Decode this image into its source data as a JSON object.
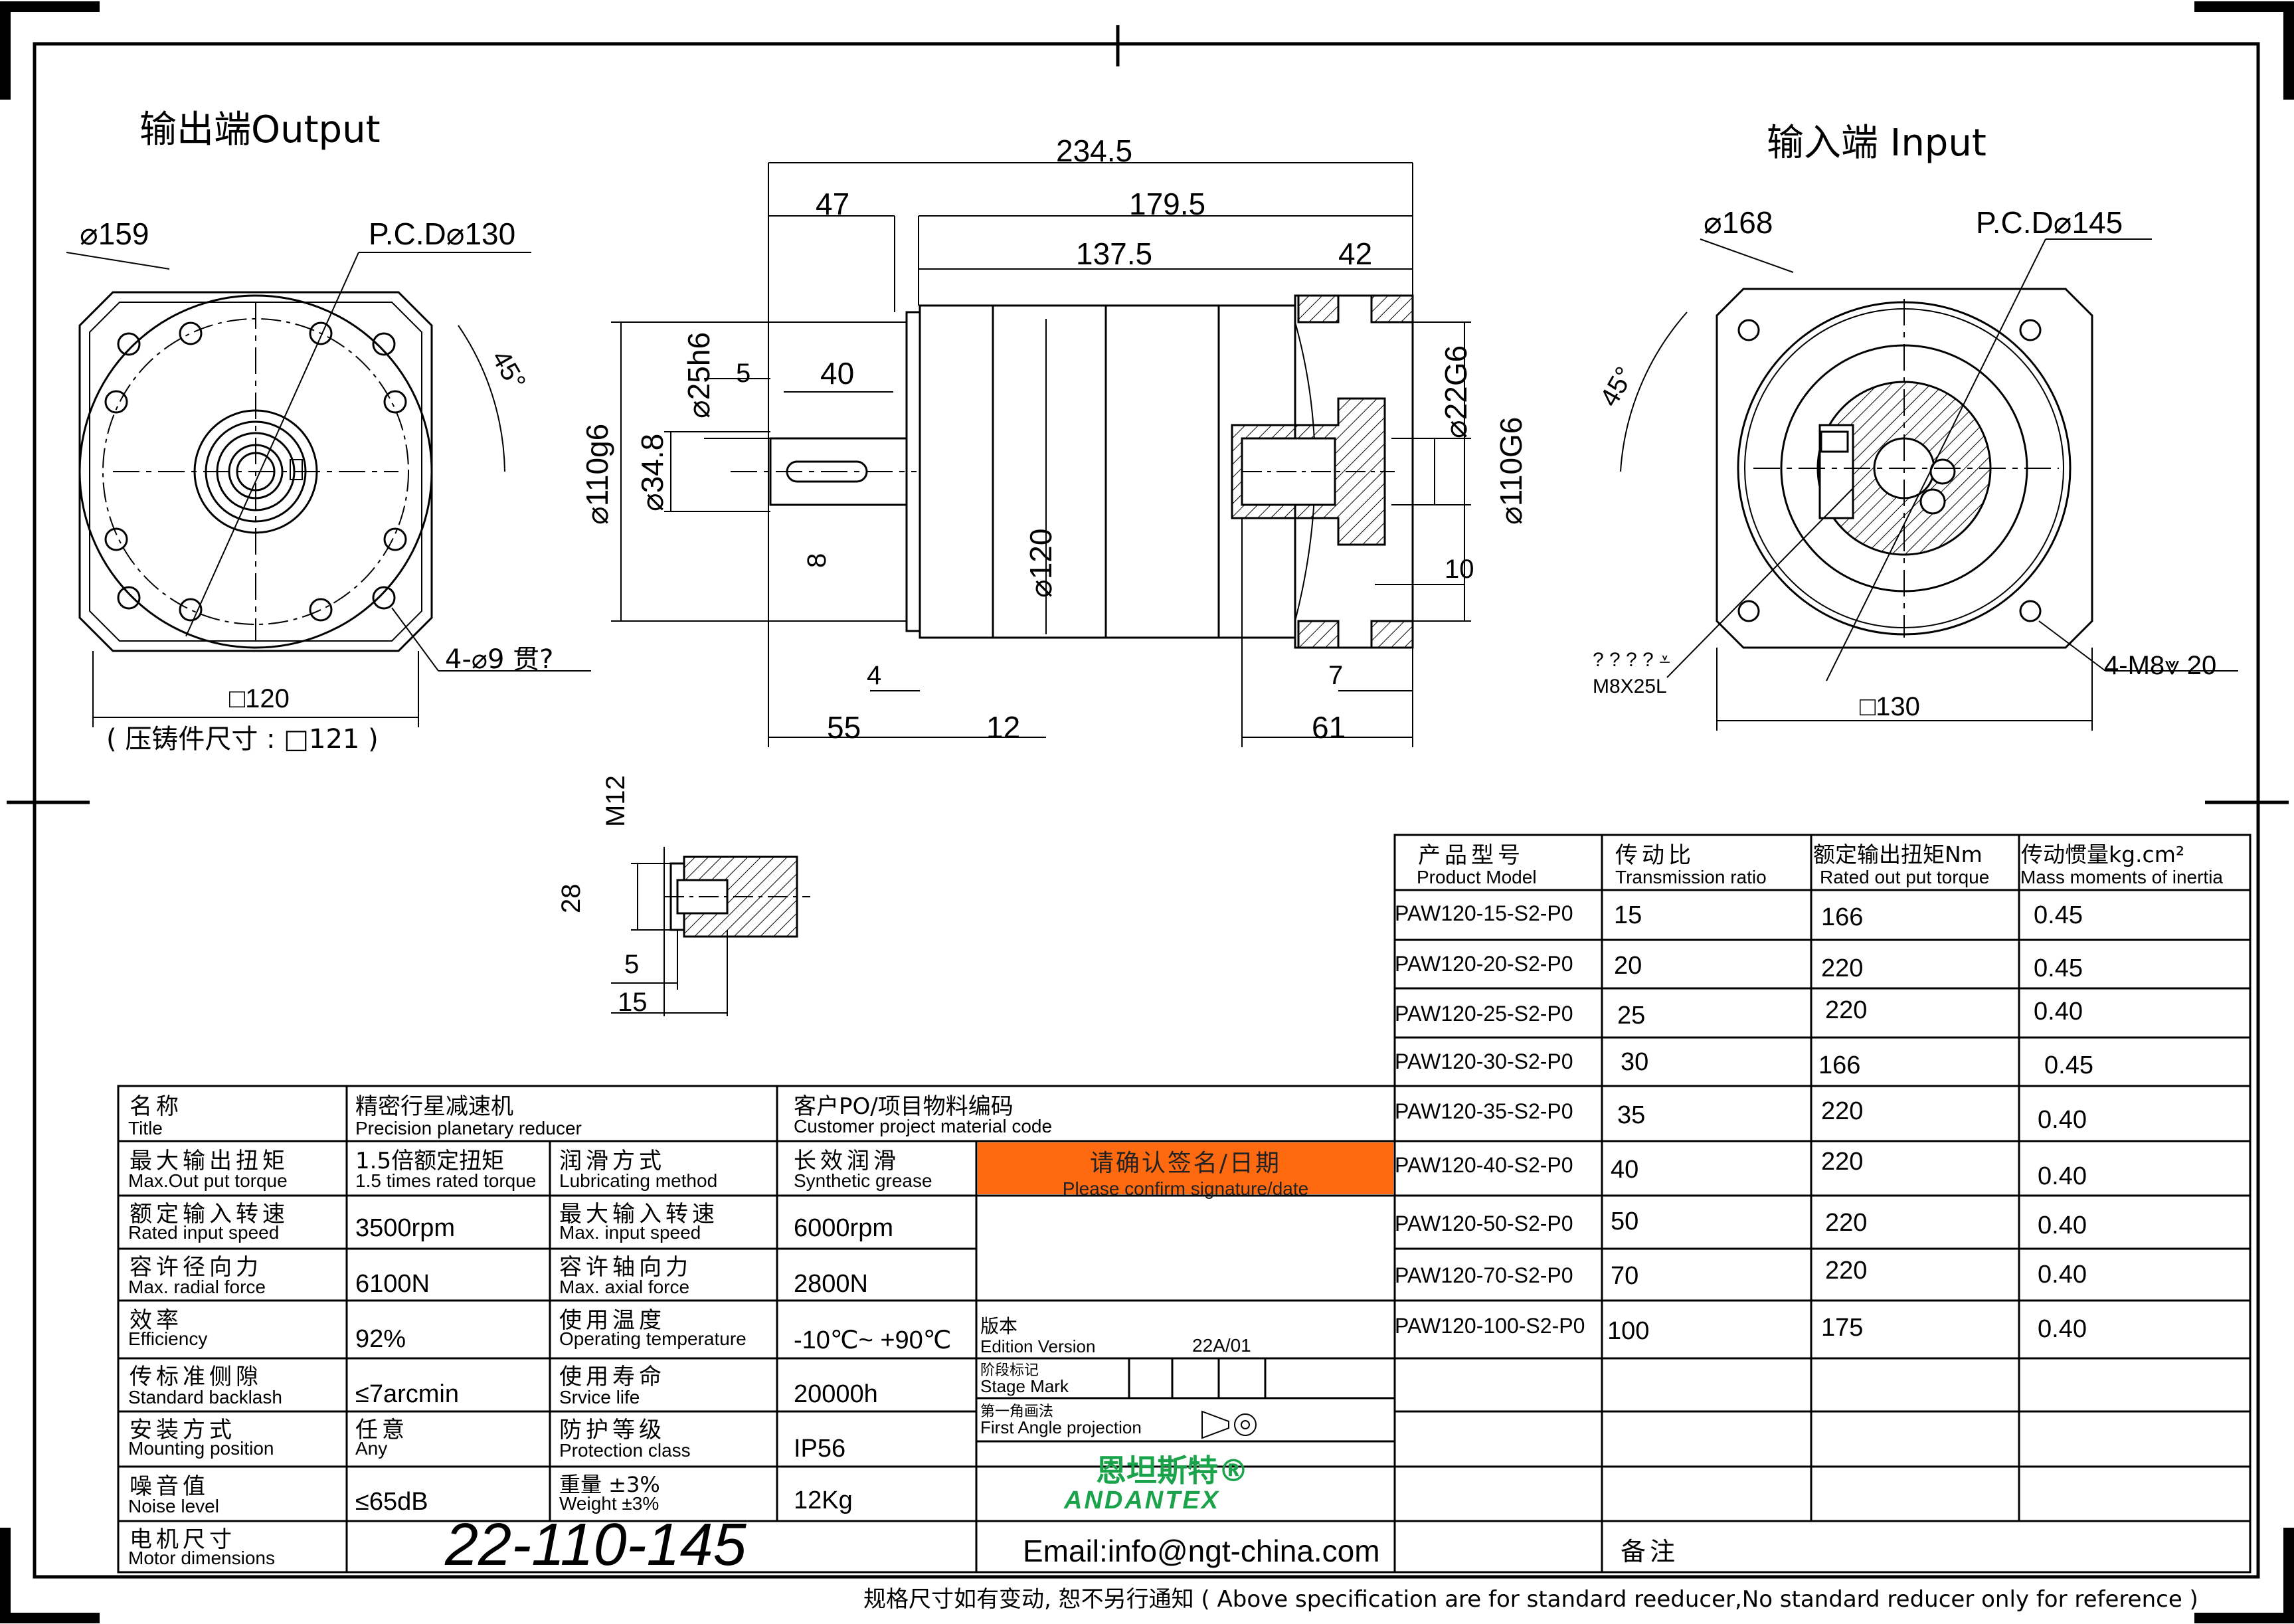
{
  "views": {
    "output_title": "输出端Output",
    "input_title": "输入端 Input"
  },
  "output_dims": {
    "d159": "⌀159",
    "pcd": "P.C.D⌀130",
    "angle": "45°",
    "holes": "4-⌀9 贯?",
    "square": "□120",
    "cast": "( 压铸件尺寸 :  □121 )"
  },
  "side_dims": {
    "total": "234.5",
    "d47": "47",
    "d179": "179.5",
    "d137": "137.5",
    "d42": "42",
    "shaft": "⌀25h6",
    "d5": "5",
    "d40": "40",
    "d110g6": "⌀110g6",
    "d34": "⌀34.8",
    "d8": "8",
    "d120": "⌀120",
    "d22": "⌀22G6",
    "d110G6": "⌀110G6",
    "d10": "10",
    "d4": "4",
    "d7": "7",
    "d55": "55",
    "d12": "12",
    "d61": "61"
  },
  "detail_dims": {
    "m12": "M12",
    "d28": "28",
    "d5": "5",
    "d15": "15"
  },
  "input_dims": {
    "d168": "⌀168",
    "pcd": "P.C.D⌀145",
    "angle": "45°",
    "screw_note": "? ? ? ? ⩡",
    "screw": "M8X25L",
    "holes": "4-M8⩔ 20",
    "square": "□130"
  },
  "ratio_table": {
    "headers": [
      {
        "cn": "产品型号",
        "en": "Product Model"
      },
      {
        "cn": "传动比",
        "en": "Transmission ratio"
      },
      {
        "cn": "额定输出扭矩Nm",
        "en": "Rated out put torque"
      },
      {
        "cn": "传动惯量kg.cm²",
        "en": "Mass moments of inertia"
      }
    ],
    "rows": [
      {
        "model": "PAW120-15-S2-P0",
        "ratio": "15",
        "torque": "166",
        "inertia": "0.45"
      },
      {
        "model": "PAW120-20-S2-P0",
        "ratio": "20",
        "torque": "220",
        "inertia": "0.45"
      },
      {
        "model": "PAW120-25-S2-P0",
        "ratio": "25",
        "torque": "220",
        "inertia": "0.40"
      },
      {
        "model": "PAW120-30-S2-P0",
        "ratio": "30",
        "torque": "166",
        "inertia": "0.45"
      },
      {
        "model": "PAW120-35-S2-P0",
        "ratio": "35",
        "torque": "220",
        "inertia": "0.40"
      },
      {
        "model": "PAW120-40-S2-P0",
        "ratio": "40",
        "torque": "220",
        "inertia": "0.40"
      },
      {
        "model": "PAW120-50-S2-P0",
        "ratio": "50",
        "torque": "220",
        "inertia": "0.40"
      },
      {
        "model": "PAW120-70-S2-P0",
        "ratio": "70",
        "torque": "220",
        "inertia": "0.40"
      },
      {
        "model": "PAW120-100-S2-P0",
        "ratio": "100",
        "torque": "175",
        "inertia": "0.40"
      }
    ]
  },
  "spec": {
    "title_cn": "名称",
    "title_en": "Title",
    "title_val_cn": "精密行星减速机",
    "title_val_en": "Precision planetary reducer",
    "customer_cn": "客户PO/项目物料编码",
    "customer_en": "Customer project material code",
    "maxtorque_cn": "最大输出扭矩",
    "maxtorque_en": "Max.Out put torque",
    "maxtorque_val_cn": "1.5倍额定扭矩",
    "maxtorque_val_en": "1.5 times rated torque",
    "lub_cn": "润滑方式",
    "lub_en": "Lubricating method",
    "lub_val_cn": "长效润滑",
    "lub_val_en": "Synthetic grease",
    "confirm_cn": "请确认签名/日期",
    "confirm_en": "Please confirm signature/date",
    "rated_speed_cn": "额定输入转速",
    "rated_speed_en": "Rated input speed",
    "rated_speed_val": "3500rpm",
    "max_speed_cn": "最大输入转速",
    "max_speed_en": "Max. input speed",
    "max_speed_val": "6000rpm",
    "radial_cn": "容许径向力",
    "radial_en": "Max. radial force",
    "radial_val": "6100N",
    "axial_cn": "容许轴向力",
    "axial_en": "Max. axial force",
    "axial_val": "2800N",
    "eff_cn": "效率",
    "eff_en": "Efficiency",
    "eff_val": "92%",
    "temp_cn": "使用温度",
    "temp_en": "Operating temperature",
    "temp_val": "-10℃~ +90℃",
    "edition_cn": "版本",
    "edition_en": "Edition Version",
    "edition_val": "22A/01",
    "backlash_cn": "传标准侧隙",
    "backlash_en": "Standard backlash",
    "backlash_val": "≤7arcmin",
    "life_cn": "使用寿命",
    "life_en": "Srvice life",
    "life_val": "20000h",
    "stage_cn": "阶段标记",
    "stage_en": "Stage Mark",
    "mount_cn": "安装方式",
    "mount_en": "Mounting position",
    "mount_val_cn": "任意",
    "mount_val_en": "Any",
    "prot_cn": "防护等级",
    "prot_en": "Protection class",
    "prot_val": "IP56",
    "proj_cn": "第一角画法",
    "proj_en": "First Angle projection",
    "noise_cn": "噪音值",
    "noise_en": "Noise level",
    "noise_val": "≤65dB",
    "weight_cn": "重量 ±3%",
    "weight_en": "Weight ±3%",
    "weight_val": "12Kg",
    "brand_cn": "恩坦斯特®",
    "brand_en": "ANDANTEX",
    "motor_cn": "电机尺寸",
    "motor_en": "Motor dimensions",
    "motor_val": "22-110-145",
    "email": "Email:info@ngt-china.com",
    "remark": "备注"
  },
  "footer": "规格尺寸如有变动, 恕不另行通知  ( Above specification are for standard reeducer,No standard reducer only for reference )"
}
